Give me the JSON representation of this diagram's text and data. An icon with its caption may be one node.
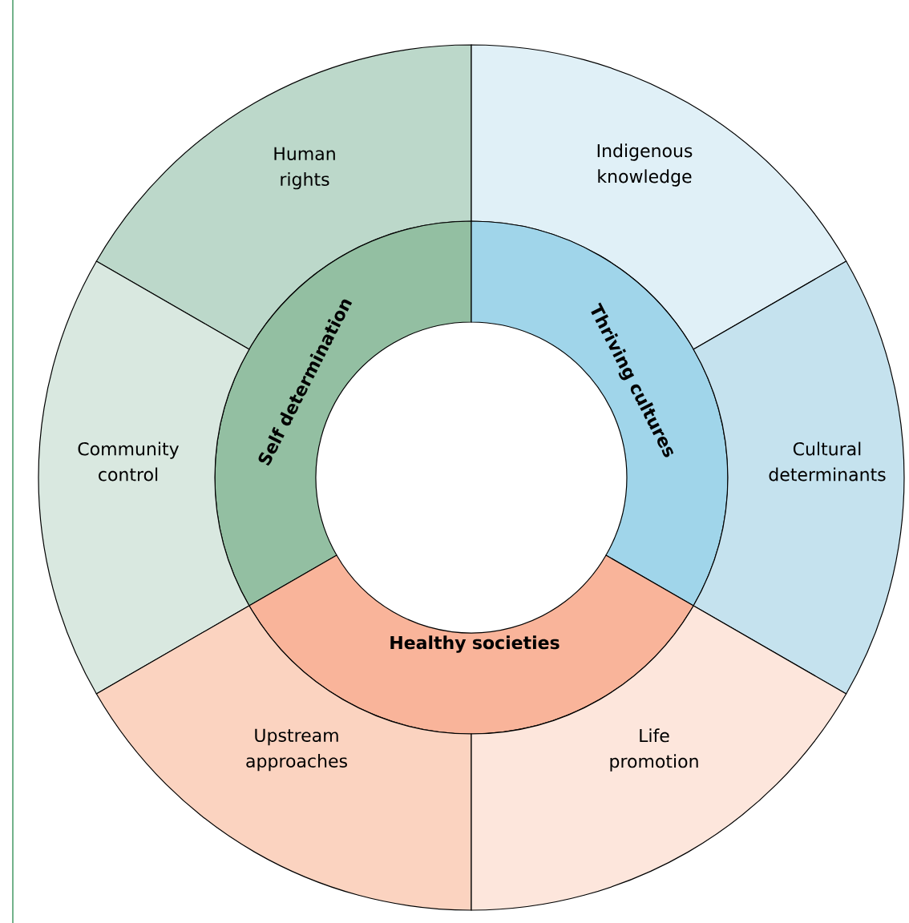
{
  "diagram": {
    "nodes": [
      {
        "text": [
          "Human rights"
        ]
      },
      {
        "text": [
          "Indigenous knowledge"
        ]
      },
      {
        "text": [
          "Self determination"
        ]
      },
      {
        "text": [
          "Thriving cultures"
        ]
      },
      {
        "text": [
          "Community control"
        ]
      },
      {
        "text": [
          "Cultural determinants"
        ]
      },
      {
        "text": [
          "Healthy societies"
        ]
      },
      {
        "text": [
          "Upstream approaches"
        ]
      },
      {
        "text": [
          "Life promotion"
        ]
      }
    ]
  }
}
